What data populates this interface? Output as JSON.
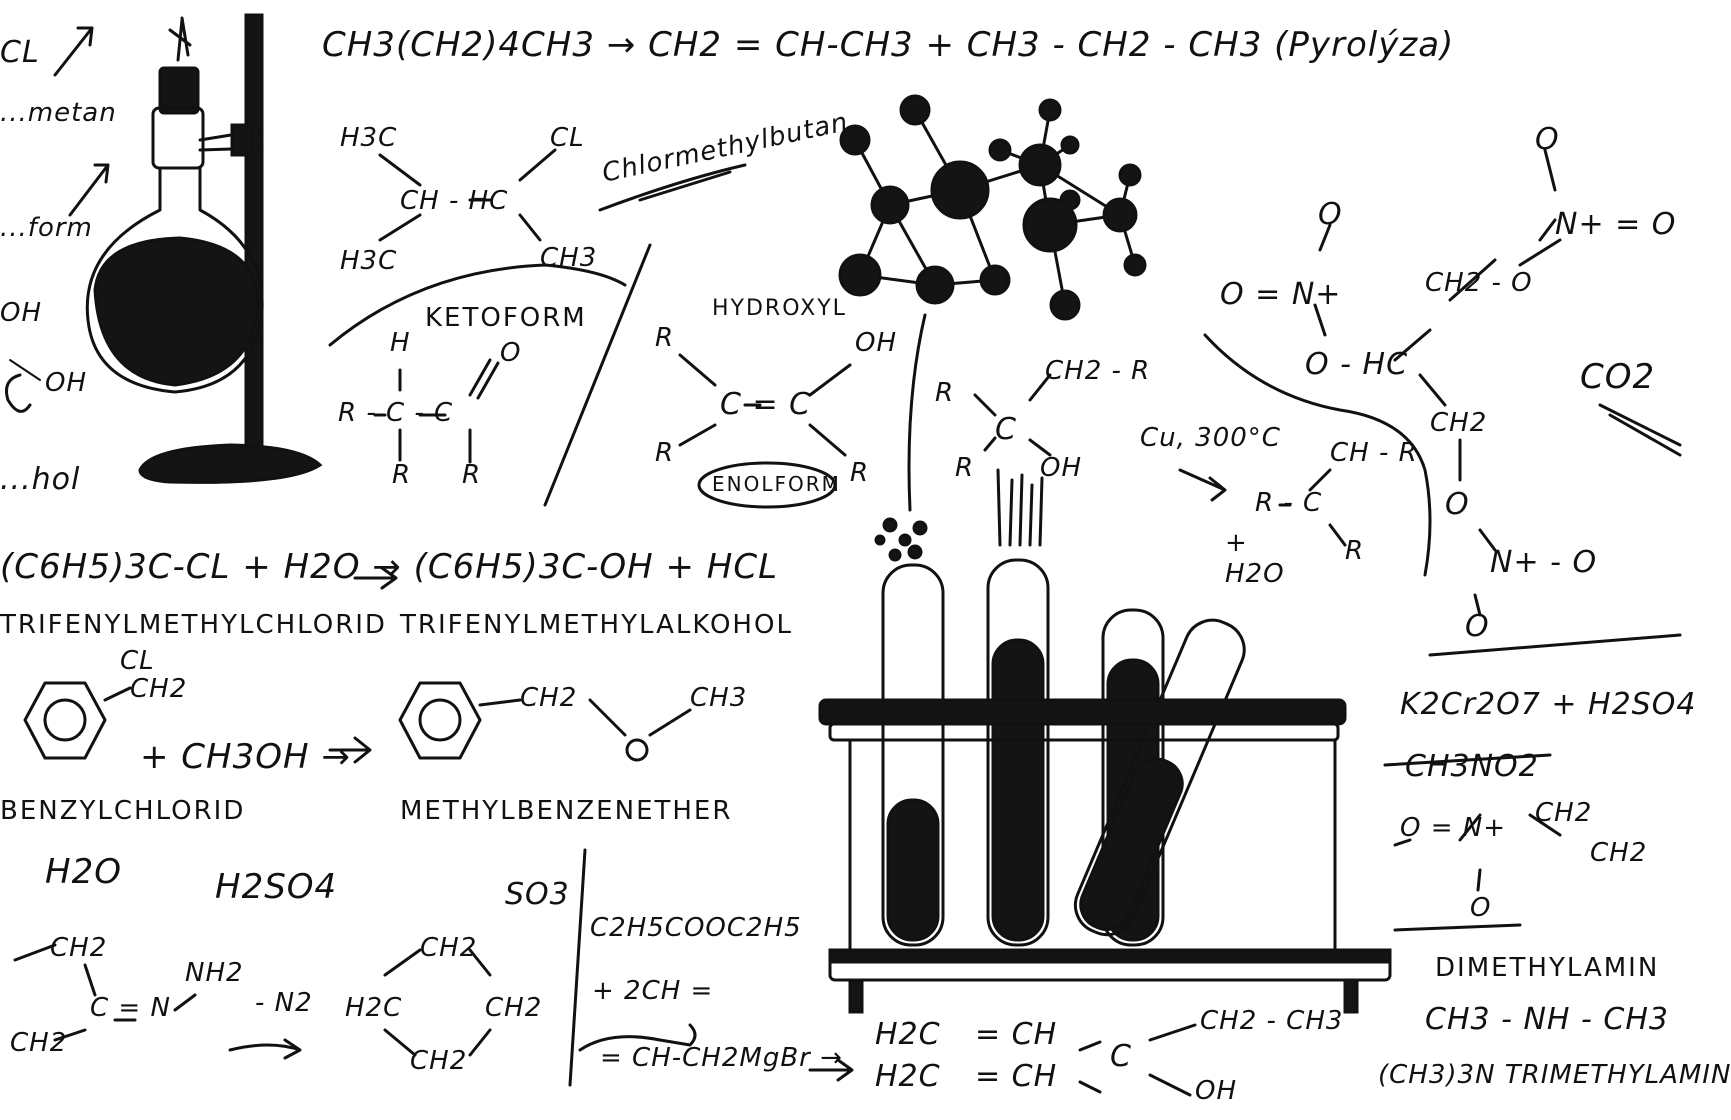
{
  "colors": {
    "ink": "#111111",
    "paper": "#ffffff"
  },
  "equations": {
    "pyrolysis": "CH3(CH2)4CH3 → CH2 = CH-CH3 + CH3 - CH2 - CH3 (Pyrolýza)",
    "chlormethylbutan": "Chlormethylbutan",
    "ketoform": "KETOFORM",
    "hydroxyl": "HYDROXYL",
    "enolform": "ENOLFORM",
    "chloride_reaction": "(C6H5)3C-CL + H2O → (C6H5)3C-OH + HCL",
    "trifenylmethylchlorid": "TRIFENYLMETHYLCHLORID",
    "trifenylmethylalkohol": "TRIFENYLMETHYLALKOHOL",
    "benzyl_reaction": "+ CH3OH →",
    "benzylchlorid": "BENZYLCHLORID",
    "methylbenzenether": "METHYLBENZENETHER",
    "h2o": "H2O",
    "h2so4": "H2SO4",
    "so3": "SO3",
    "ester": "C2H5COOC2H5",
    "grignard_1": "+ 2CH =",
    "grignard_2": "= CH-CH2MgBr →",
    "cu_300": "Cu, 300°C",
    "h2o_plus": "+ H2O",
    "co2": "CO2",
    "dichromate": "K2Cr2O7 + H2SO4",
    "nitromethane": "CH3NO2",
    "dimethylamin": "DIMETHYLAMIN",
    "dimethylamin_formula": "CH3 - NH - CH3",
    "trimethylamin": "(CH3)3N TRIMETHYLAMIN",
    "n2_release": "- N2"
  },
  "labels": {
    "ketoform_left": [
      "H",
      "R - C - C",
      "R",
      "R",
      "O"
    ],
    "chlorobutane": [
      "H3C",
      "CL",
      "CH - HC",
      "H3C",
      "CH3"
    ],
    "enol_atoms": [
      "R",
      "C = C",
      "OH",
      "R",
      "R"
    ],
    "alcohol_center": [
      "R",
      "C",
      "CH2 - R",
      "R",
      "OH"
    ],
    "alcohol_right": [
      "CH - R",
      "R - C",
      "R"
    ],
    "nitrate": [
      "O",
      "N+ = O",
      "O = N+",
      "O",
      "CH2 - O",
      "O - HC",
      "CH2",
      "O",
      "N+ - O",
      "O"
    ],
    "nitro_right": [
      "O = N+",
      "CH2",
      "CH2",
      "O"
    ],
    "ring_bottom": [
      "CH2",
      "CH2",
      "C = N",
      "NH2",
      "H2C",
      "CH2",
      "CH2",
      "CH2"
    ],
    "ether_chain": [
      "CH2",
      "O",
      "CH3"
    ],
    "benzyl_top": [
      "CL",
      "CH2"
    ],
    "bottom_chain": [
      "H2C",
      "= CH",
      "H2C",
      "= CH",
      "C",
      "CH2 - CH3",
      "OH"
    ],
    "left_edge": [
      "CL",
      "...metan",
      "...form",
      "OH",
      "OH",
      "...hol"
    ]
  }
}
